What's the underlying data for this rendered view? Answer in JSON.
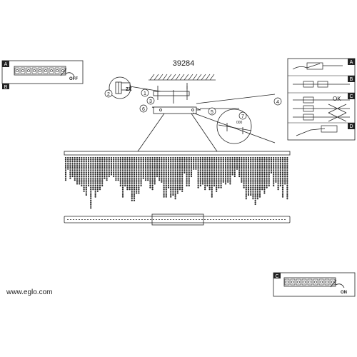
{
  "diagram": {
    "model_number": "39284",
    "website": "www.eglo.com",
    "panel_left": {
      "letter": "A",
      "letter2": "B",
      "label": "OFF"
    },
    "panel_right_bottom": {
      "letter": "C",
      "label": "ON"
    },
    "steps": {
      "s1": "1",
      "s2": "2",
      "s3": "3",
      "s4": "4",
      "s5": "5",
      "s6": "6",
      "s7": "7",
      "screws": "2X",
      "dim": "000"
    },
    "connector_panel": {
      "a": "A",
      "b": "B",
      "c": "C",
      "d": "D",
      "ok": "OK"
    }
  }
}
